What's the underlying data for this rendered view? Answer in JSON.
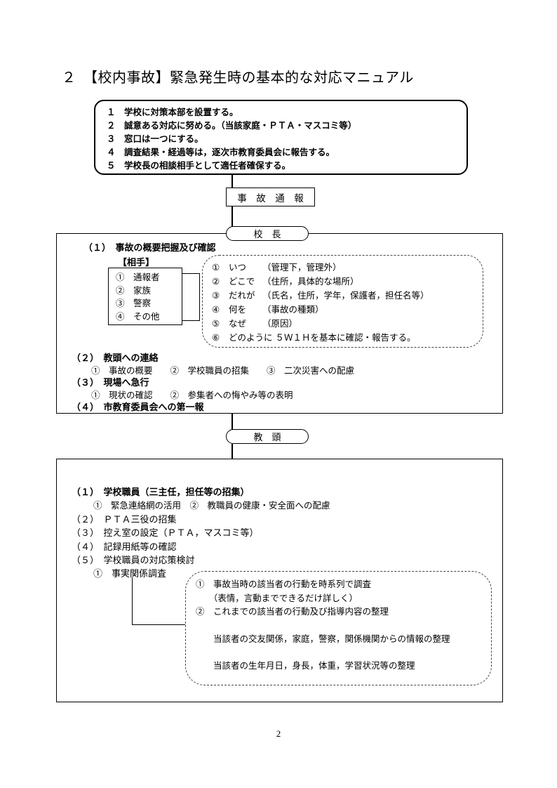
{
  "header": {
    "title": "２　【校内事故】緊急発生時の基本的な対応マニュアル"
  },
  "principles_box": {
    "items": [
      "１　学校に対策本部を設置する。",
      "２　誠意ある対応に努める。（当該家庭・ＰＴＡ・マスコミ等）",
      "３　窓口は一つにする。",
      "４　調査結果・経過等は，逐次市教育委員会に報告する。",
      "５　学校長の相談相手として適任者確保する。"
    ]
  },
  "flow": {
    "incident_report_label": "事　故　通　報",
    "principal_label": "校　長",
    "vice_principal_label": "教　頭"
  },
  "principal_section": {
    "item1_heading": "（１）　事故の概要把握及び確認",
    "partner_label": "【相手】",
    "partners": [
      "①　通報者",
      "②　家族",
      "③　警察",
      "④　その他"
    ],
    "five_w_rows": [
      {
        "num": "①",
        "word": "いつ",
        "note": "（管理下，管理外）"
      },
      {
        "num": "②",
        "word": "どこで",
        "note": "（住所，具体的な場所）"
      },
      {
        "num": "③",
        "word": "だれが",
        "note": "（氏名，住所，学年，保護者，担任名等）"
      },
      {
        "num": "④",
        "word": "何を",
        "note": "（事故の種類）"
      },
      {
        "num": "⑤",
        "word": "なぜ",
        "note": "（原因）"
      },
      {
        "num": "⑥",
        "word": "どのように",
        "note": "５Ｗ１Ｈを基本に確認・報告する。"
      }
    ],
    "item2_heading": "（２）　教頭への連絡",
    "item2_detail": "①　事故の概要　　②　学校職員の招集　　③　二次災害への配慮",
    "item3_heading": "（３）　現場へ急行",
    "item3_detail": "①　現状の確認　　②　参集者への悔やみ等の表明",
    "item4_heading": "（４）　市教育委員会への第一報"
  },
  "vice_principal_section": {
    "item1_heading": "（１）　学校職員（三主任，担任等の招集）",
    "item1_detail": "①　緊急連絡網の活用　②　教職員の健康・安全面への配慮",
    "item2_heading": "（２）　ＰＴＡ三役の招集",
    "item3_heading": "（３）　控え室の設定（ＰＴＡ，マスコミ等）",
    "item4_heading": "（４）　記録用紙等の確認",
    "item5_heading": "（５）　学校職員の対応策検討",
    "item5_detail": "①　事実関係調査",
    "investigation_lines": [
      "①　事故当時の該当者の行動を時系列で調査",
      "　　（表情，言動までできるだけ詳しく）",
      "②　これまでの該当者の行動及び指導内容の整理",
      "　　当該者の交友関係，家庭，警察，関係機関からの情報の整理",
      "　　当該者の生年月日，身長，体重，学習状況等の整理"
    ]
  },
  "footer": {
    "page_number": "2"
  }
}
